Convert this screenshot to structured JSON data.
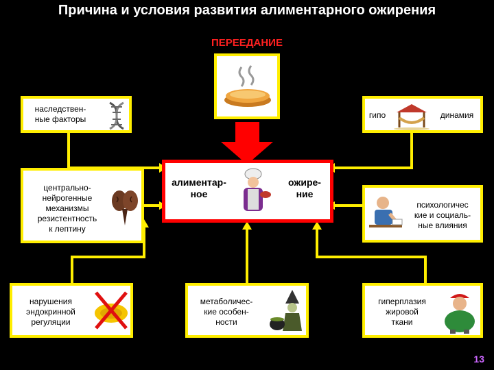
{
  "title": "Причина и условия развития алиментарного ожирения",
  "subtitle": "ПЕРЕЕДАНИЕ",
  "boxes": {
    "heredity": "наследствен-\nные факторы",
    "hypodynamia_left": "гипо",
    "hypodynamia_right": "динамия",
    "central": "центрально-\nнейрогенные\nмеханизмы\nрезистентность\nк лептину",
    "center_left": "алиментар-\nное",
    "center_right": "ожире-\nние",
    "psych": "психологичес\nкие и социаль-\nные влияния",
    "endocrine": "нарушения\nэндокринной\nрегуляции",
    "metabolic": "метаболичес-\nкие особен-\nности",
    "hyperplasia": "гиперплазия\nжировой\nткани"
  },
  "page_number": "13",
  "colors": {
    "accent": "#ffee00",
    "highlight": "#ff0000",
    "page_number": "#cc66ff"
  },
  "icons": [
    "food-icon",
    "dna-icon",
    "hammock-icon",
    "brain-icon",
    "chef-icon",
    "thinker-icon",
    "crossed-gland-icon",
    "witch-icon",
    "fat-man-icon"
  ]
}
